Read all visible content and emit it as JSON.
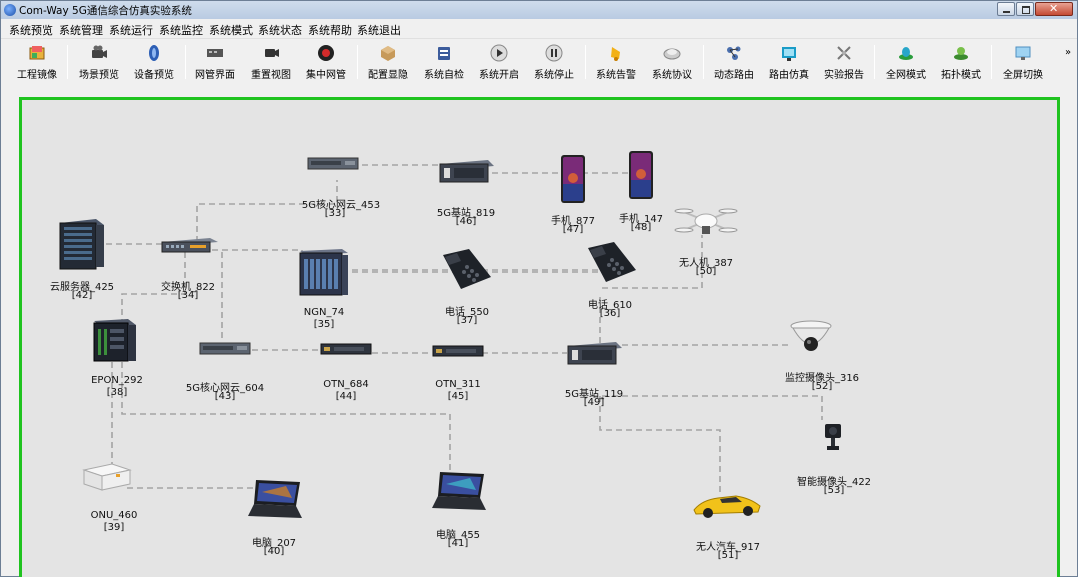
{
  "window": {
    "title": "Com-Way 5G通信综合仿真实验系统"
  },
  "menu": [
    "系统预览",
    "系统管理",
    "系统运行",
    "系统监控",
    "系统模式",
    "系统状态",
    "系统帮助",
    "系统退出"
  ],
  "toolbar": [
    {
      "label": "工程镜像",
      "icon": "project-image-icon"
    },
    {
      "label": "场景预览",
      "icon": "camera-icon"
    },
    {
      "label": "设备预览",
      "icon": "device-icon"
    },
    {
      "label": "网管界面",
      "icon": "network-manager-icon"
    },
    {
      "label": "重置视图",
      "icon": "reset-view-icon"
    },
    {
      "label": "集中网管",
      "icon": "central-manager-icon"
    },
    {
      "label": "配置显隐",
      "icon": "config-toggle-icon"
    },
    {
      "label": "系统自检",
      "icon": "self-check-icon"
    },
    {
      "label": "系统开启",
      "icon": "play-icon"
    },
    {
      "label": "系统停止",
      "icon": "pause-icon"
    },
    {
      "label": "系统告警",
      "icon": "alarm-icon"
    },
    {
      "label": "系统协议",
      "icon": "protocol-icon"
    },
    {
      "label": "动态路由",
      "icon": "dynamic-route-icon"
    },
    {
      "label": "路由仿真",
      "icon": "route-sim-icon"
    },
    {
      "label": "实验报告",
      "icon": "report-icon"
    },
    {
      "label": "全网模式",
      "icon": "full-network-icon"
    },
    {
      "label": "拓扑模式",
      "icon": "topology-icon"
    },
    {
      "label": "全屏切换",
      "icon": "fullscreen-icon"
    }
  ],
  "toolbar_more": "»",
  "nodes": [
    {
      "name": "5G核心网云_453",
      "id": "[33]",
      "type": "server-rack"
    },
    {
      "name": "5G基站_819",
      "id": "[46]",
      "type": "base-station"
    },
    {
      "name": "手机_877",
      "id": "[47]",
      "type": "phone"
    },
    {
      "name": "手机_147",
      "id": "[48]",
      "type": "phone"
    },
    {
      "name": "云服务器_425",
      "id": "[42]",
      "type": "cloud-server"
    },
    {
      "name": "交换机_822",
      "id": "[34]",
      "type": "switch"
    },
    {
      "name": "NGN_74",
      "id": "[35]",
      "type": "ngn"
    },
    {
      "name": "电话_550",
      "id": "[37]",
      "type": "telephone"
    },
    {
      "name": "电话_610",
      "id": "[36]",
      "type": "telephone"
    },
    {
      "name": "无人机_387",
      "id": "[50]",
      "type": "drone"
    },
    {
      "name": "EPON_292",
      "id": "[38]",
      "type": "epon"
    },
    {
      "name": "5G核心网云_604",
      "id": "[43]",
      "type": "server-rack"
    },
    {
      "name": "OTN_684",
      "id": "[44]",
      "type": "otn"
    },
    {
      "name": "OTN_311",
      "id": "[45]",
      "type": "otn"
    },
    {
      "name": "5G基站_119",
      "id": "[49]",
      "type": "base-station"
    },
    {
      "name": "监控摄像头_316",
      "id": "[52]",
      "type": "dome-camera"
    },
    {
      "name": "智能摄像头_422",
      "id": "[53]",
      "type": "smart-camera"
    },
    {
      "name": "ONU_460",
      "id": "[39]",
      "type": "onu"
    },
    {
      "name": "电脑_207",
      "id": "[40]",
      "type": "laptop"
    },
    {
      "name": "电脑_455",
      "id": "[41]",
      "type": "laptop"
    },
    {
      "name": "无人汽车_917",
      "id": "[51]",
      "type": "car"
    }
  ],
  "colors": {
    "canvas_border": "#1fc31f",
    "canvas_bg": "#e4e4e4",
    "link": "#a3a3a3"
  }
}
